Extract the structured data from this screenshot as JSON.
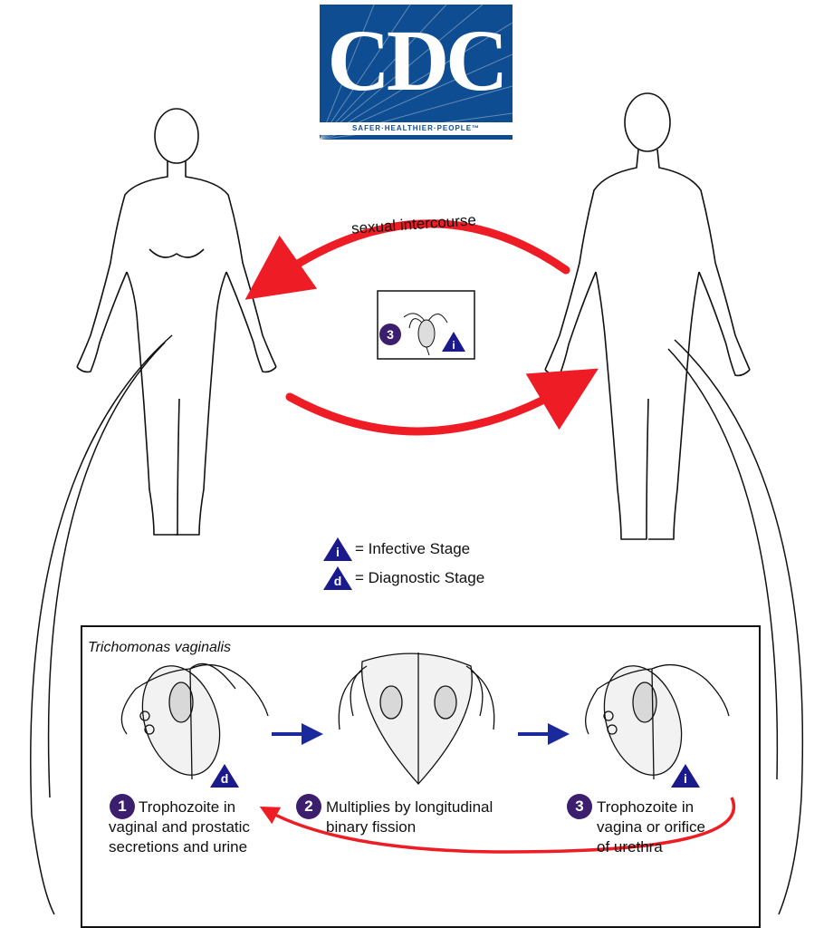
{
  "logo": {
    "text": "CDC",
    "tagline": "SAFER·HEALTHIER·PEOPLE™"
  },
  "transmission": {
    "label": "sexual intercourse",
    "center_stage_number": "3",
    "center_stage_badge": "i"
  },
  "legend": {
    "infective": {
      "badge": "i",
      "text": "= Infective Stage"
    },
    "diagnostic": {
      "badge": "d",
      "text": "= Diagnostic Stage"
    }
  },
  "lifecycle": {
    "species": "Trichomonas vaginalis",
    "steps": [
      {
        "number": "1",
        "badge": "d",
        "text_lines": [
          "Trophozoite in",
          "vaginal and prostatic",
          "secretions and urine"
        ]
      },
      {
        "number": "2",
        "badge": "",
        "text_lines": [
          "Multiplies by longitudinal",
          "binary fission"
        ]
      },
      {
        "number": "3",
        "badge": "i",
        "text_lines": [
          "Trophozoite in",
          "vagina or orifice",
          "of urethra"
        ]
      }
    ]
  },
  "colors": {
    "arrow_red": "#ee1c24",
    "badge_purple": "#3b1f6e",
    "triangle_blue": "#1a1a8c",
    "logo_blue": "#0f4d92",
    "small_arrow_blue": "#1a2a9c"
  }
}
